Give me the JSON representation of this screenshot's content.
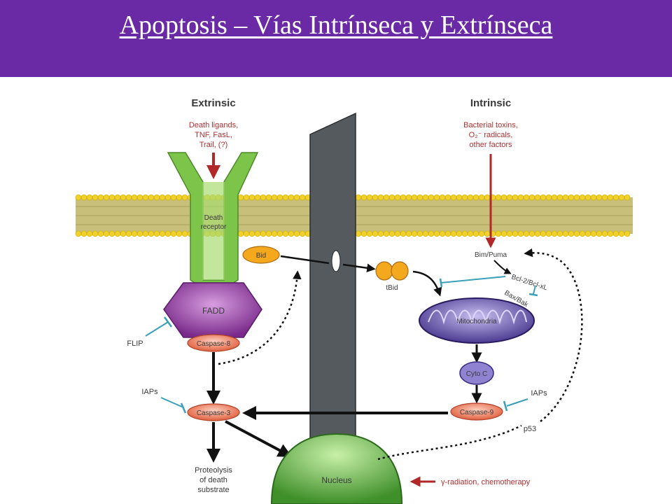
{
  "slide": {
    "title": "Apoptosis – Vías Intrínseca y Extrínseca"
  },
  "diagram": {
    "extrinsic": {
      "heading": "Extrinsic",
      "stimulus": [
        "Death ligands,",
        "TNF, FasL,",
        "Trail, (?)"
      ],
      "receptor": [
        "Death",
        "receptor"
      ],
      "fadd": "FADD",
      "caspase8": "Caspase-8",
      "flip": "FLIP"
    },
    "intrinsic": {
      "heading": "Intrinsic",
      "stimulus": [
        "Bacterial toxins,",
        "O₂⁻ radicals,",
        "other factors"
      ],
      "bim_puma": "Bim/Puma",
      "bcl2": "Bcl-2/Bcl-xL",
      "bax_bak": "Bax/Bak",
      "mitochondria": "Mitochondria",
      "cyto_c": "Cyto C",
      "caspase9": "Caspase-9",
      "iaps": "IAPs",
      "p53": "p53"
    },
    "shared": {
      "bid": "Bid",
      "tbid": "tBid",
      "caspase3": "Caspase-3",
      "iaps": "IAPs",
      "proteolysis": [
        "Proteolysis",
        "of death",
        "substrate"
      ],
      "nucleus": "Nucleus",
      "radiation": "γ-radiation, chemotherapy"
    },
    "colors": {
      "header_bg": "#6a2aa5",
      "membrane": "#c8c07a",
      "lipid_head": "#f0d22a",
      "receptor": "#7cc44a",
      "fadd": "#8e3a9c",
      "caspase": "#f08a70",
      "bid": "#f4a81e",
      "mitochondria": "#6a58b0",
      "nucleus": "#5aaa3e",
      "inhibitor": "#3aa0b8",
      "stimulus_arrow": "#b02828"
    }
  }
}
